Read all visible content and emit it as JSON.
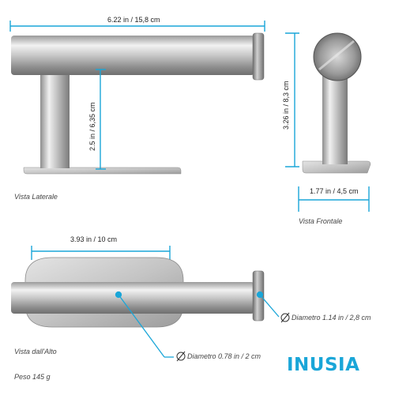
{
  "side_view": {
    "width_dim": "6.22 in / 15,8 cm",
    "height_dim": "2.5 in / 6,35 cm",
    "caption": "Vista Laterale"
  },
  "front_view": {
    "height_dim": "3.26 in / 8,3 cm",
    "width_dim": "1.77 in / 4,5 cm",
    "caption": "Vista Frontale"
  },
  "top_view": {
    "length_dim": "3.93 in / 10 cm",
    "diameter_cap": "Diametro 1.14 in / 2,8 cm",
    "diameter_bar": "Diametro 0.78 in / 2 cm",
    "caption": "Vista dall'Alto",
    "weight": "Peso   145 g"
  },
  "brand": {
    "name": "INUSIA",
    "color": "#1aa6d8"
  },
  "colors": {
    "accent": "#1aa6d8",
    "metal_light": "#e6e6e6",
    "metal_dark": "#8a8a8a"
  }
}
